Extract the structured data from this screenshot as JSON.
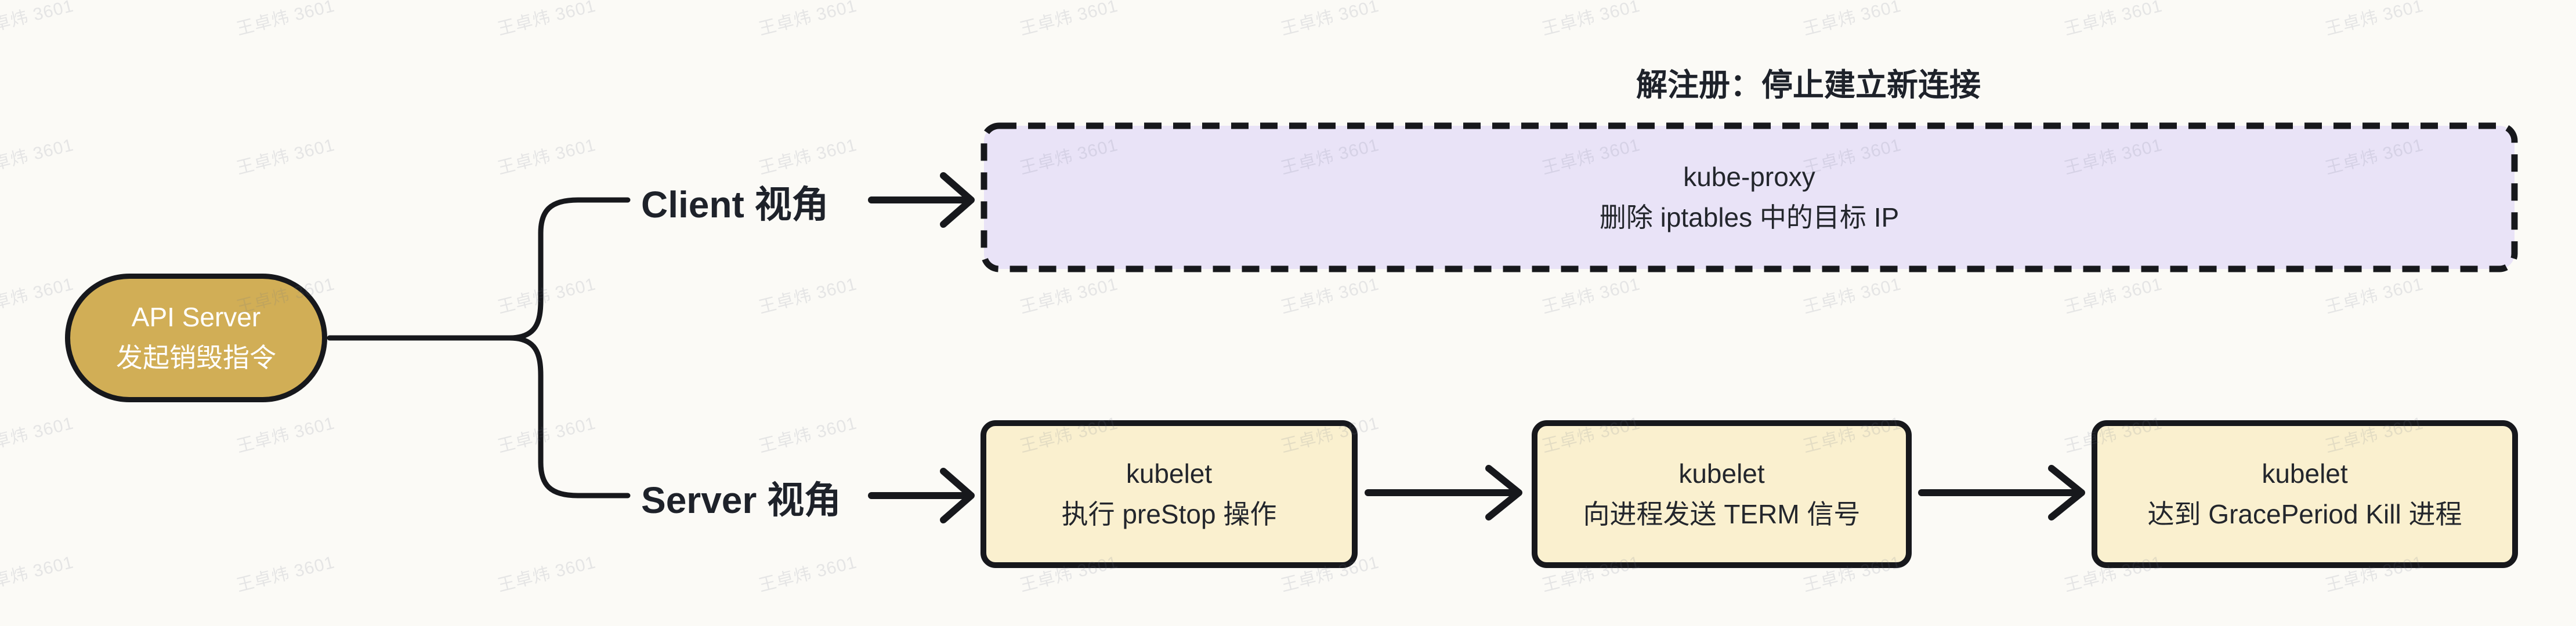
{
  "diagram": {
    "background_color": "#FBFAF6",
    "line_color": "#17181C",
    "watermark": {
      "text": "王卓炜 3601"
    },
    "root": {
      "line1": "API Server",
      "line2": "发起销毁指令",
      "fill_color": "#D1AE56",
      "text_color": "#FFFFFF"
    },
    "branches": [
      {
        "label": "Client 视角"
      },
      {
        "label": "Server 视角"
      }
    ],
    "client": {
      "annotation": "解注册：停止建立新连接",
      "node": {
        "line1": "kube-proxy",
        "line2": "删除 iptables 中的目标 IP",
        "fill_color": "#E9E3F7",
        "border_style": "dashed"
      }
    },
    "server": {
      "node_fill_color": "#FAF0CF",
      "nodes": [
        {
          "line1": "kubelet",
          "line2": "执行 preStop 操作"
        },
        {
          "line1": "kubelet",
          "line2": "向进程发送 TERM 信号"
        },
        {
          "line1": "kubelet",
          "line2": "达到 GracePeriod Kill 进程"
        }
      ]
    }
  }
}
